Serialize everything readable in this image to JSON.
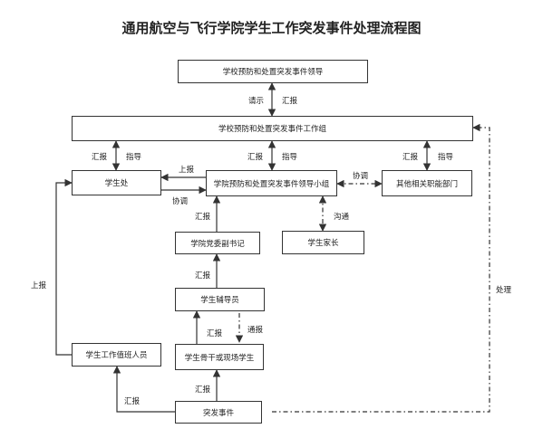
{
  "title": "通用航空与飞行学院学生工作突发事件处理流程图",
  "nodes": {
    "leader_group": "学校预防和处置突发事件领导",
    "working_group": "学校预防和处置突发事件工作组",
    "student_office": "学生处",
    "college_group": "学院预防和处置突发事件领导小组",
    "other_depts": "其他相关职能部门",
    "party_secretary": "学院党委副书记",
    "parents": "学生家长",
    "counselor": "学生辅导员",
    "duty_staff": "学生工作值班人员",
    "backbone": "学生骨干或现场学生",
    "incident": "突发事件"
  },
  "labels": {
    "request": "请示",
    "report": "汇报",
    "guide": "指导",
    "report_up": "上报",
    "coordinate": "协调",
    "communicate": "沟通",
    "notify": "通报",
    "handle": "处理"
  }
}
